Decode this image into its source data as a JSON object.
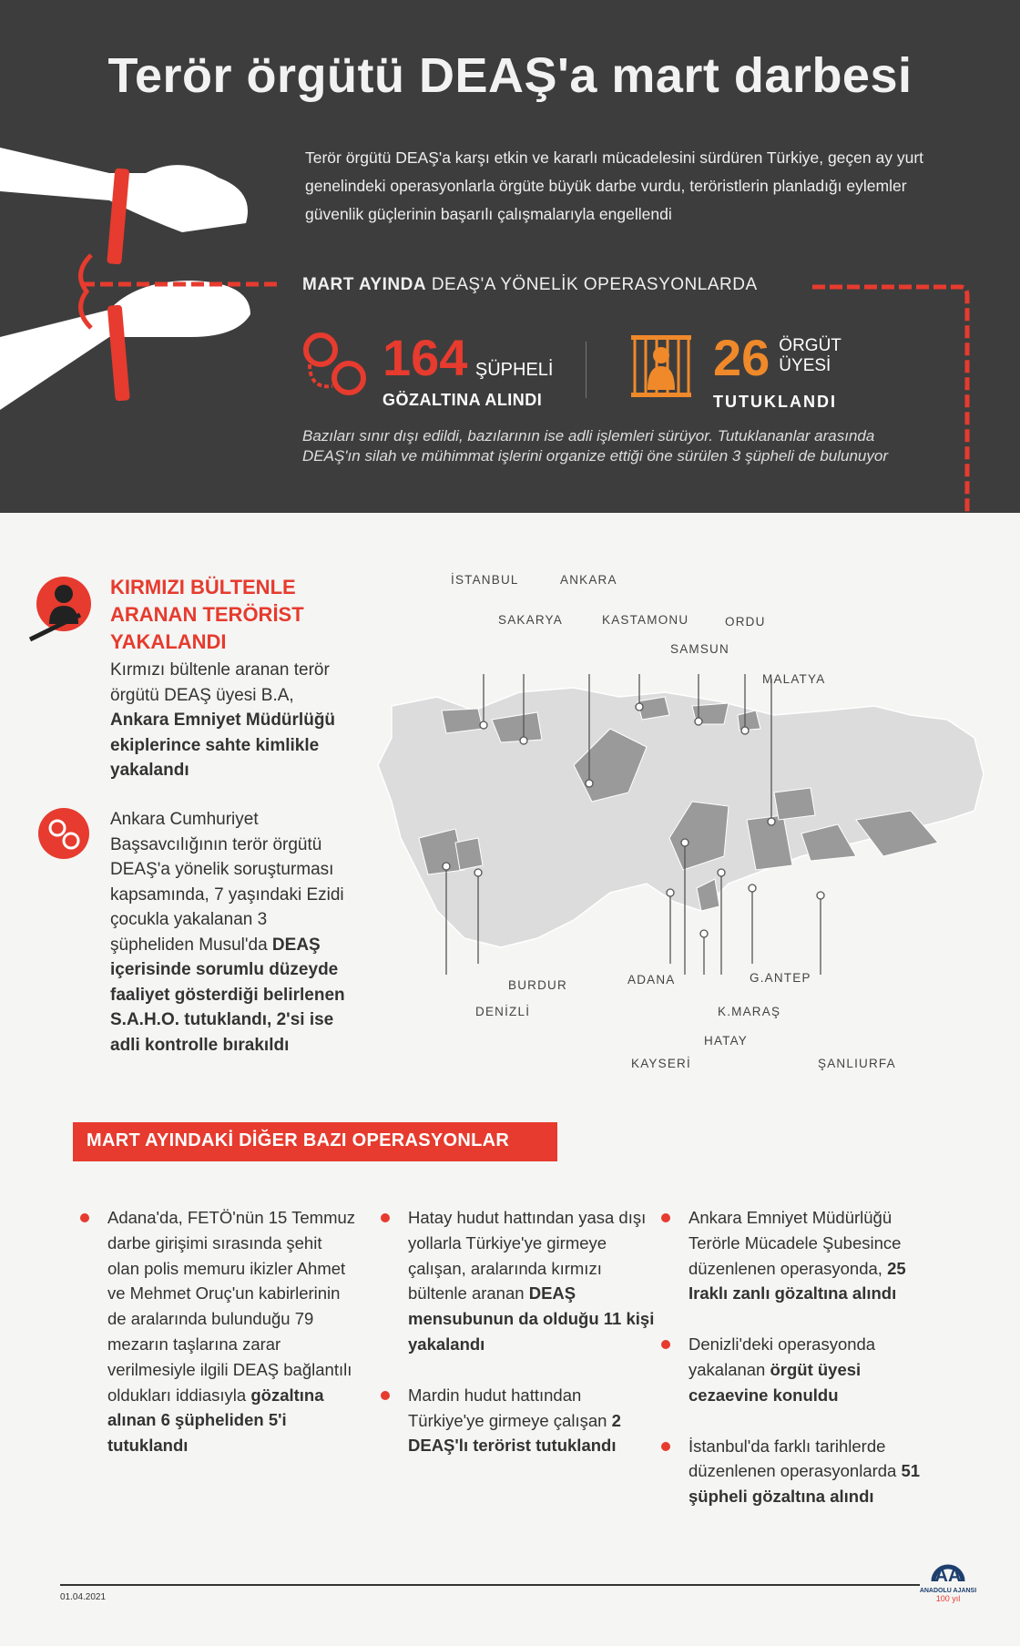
{
  "title": "Terör örgütü DEAŞ'a mart darbesi",
  "intro": "Terör örgütü DEAŞ'a karşı etkin ve kararlı mücadelesini sürdüren Türkiye, geçen ay yurt genelindeki operasyonlarla örgüte büyük darbe vurdu, teröristlerin planladığı eylemler güvenlik güçlerinin başarılı çalışmalarıyla engellendi",
  "ops_heading": {
    "bold": "MART AYINDA",
    "rest": " DEAŞ'A YÖNELİK OPERASYONLARDA"
  },
  "stats": [
    {
      "number": "164",
      "unit": "ŞÜPHELİ",
      "caption": "GÖZALTINA ALINDI",
      "color": "#e63b2e"
    },
    {
      "number": "26",
      "unit1": "ÖRGÜT",
      "unit2": "ÜYESİ",
      "caption": "TUTUKLANDI",
      "color": "#f0892a"
    }
  ],
  "note": "Bazıları sınır dışı edildi, bazılarının ise adli işlemleri sürüyor. Tutuklananlar arasında DEAŞ'ın silah ve mühimmat işlerini organize ettiği öne sürülen 3 şüpheli de bulunuyor",
  "red_bulletin": {
    "title_lines": [
      "KIRMIZI BÜLTENLE",
      "ARANAN TERÖRİST",
      "YAKALANDI"
    ],
    "text": "Kırmızı bültenle aranan terör örgütü DEAŞ üyesi B.A, ",
    "bold": "Ankara Emniyet Müdürlüğü ekiplerince sahte kimlikle yakalandı"
  },
  "ankara_case": {
    "text": "Ankara Cumhuriyet Başsavcılığının terör örgütü DEAŞ'a yönelik soruşturması kapsamında, 7 yaşındaki Ezidi çocukla yakalanan 3 şüpheliden Musul'da ",
    "bold": "DEAŞ içerisinde sorumlu düzeyde faaliyet gösterdiği belirlenen S.A.H.O. tutuklandı, 2'si ise adli kontrolle bırakıldı"
  },
  "map_labels": [
    "İSTANBUL",
    "ANKARA",
    "SAKARYA",
    "KASTAMONU",
    "ORDU",
    "SAMSUN",
    "MALATYA",
    "BURDUR",
    "DENİZLİ",
    "ADANA",
    "G.ANTEP",
    "K.MARAŞ",
    "HATAY",
    "KAYSERİ",
    "ŞANLIURFA"
  ],
  "other_ops_title": "MART AYINDAKİ DİĞER BAZI OPERASYONLAR",
  "other_ops": [
    {
      "text": "Adana'da, FETÖ'nün 15 Temmuz darbe girişimi sırasında şehit olan polis memuru ikizler Ahmet ve Mehmet Oruç'un kabirlerinin de aralarında bulunduğu 79 mezarın taşlarına zarar verilmesiyle ilgili DEAŞ bağlantılı oldukları iddiasıyla ",
      "bold": "gözaltına alınan 6 şüpheliden 5'i tutuklandı",
      "tail": ""
    },
    {
      "text": "Hatay hudut hattından yasa dışı yollarla Türkiye'ye girmeye çalışan, aralarında kırmızı bültenle aranan ",
      "bold": "DEAŞ mensubunun da olduğu 11 kişi yakalandı",
      "tail": ""
    },
    {
      "text": "Mardin hudut hattından Türkiye'ye girmeye çalışan ",
      "bold": "2 DEAŞ'lı terörist tutuklandı",
      "tail": ""
    },
    {
      "text": "Ankara Emniyet Müdürlüğü Terörle Mücadele Şubesince düzenlenen operasyonda, ",
      "bold": "25 Iraklı zanlı gözaltına alındı",
      "tail": ""
    },
    {
      "text": "Denizli'deki operasyonda yakalanan ",
      "bold": "örgüt üyesi cezaevine konuldu",
      "tail": ""
    },
    {
      "text": "İstanbul'da farklı tarihlerde düzenlenen operasyonlarda ",
      "bold": "51 şüpheli gözaltına alındı",
      "tail": ""
    }
  ],
  "date": "01.04.2021",
  "logo": {
    "name": "ANADOLU AJANSI",
    "sub": "100 yıl"
  }
}
